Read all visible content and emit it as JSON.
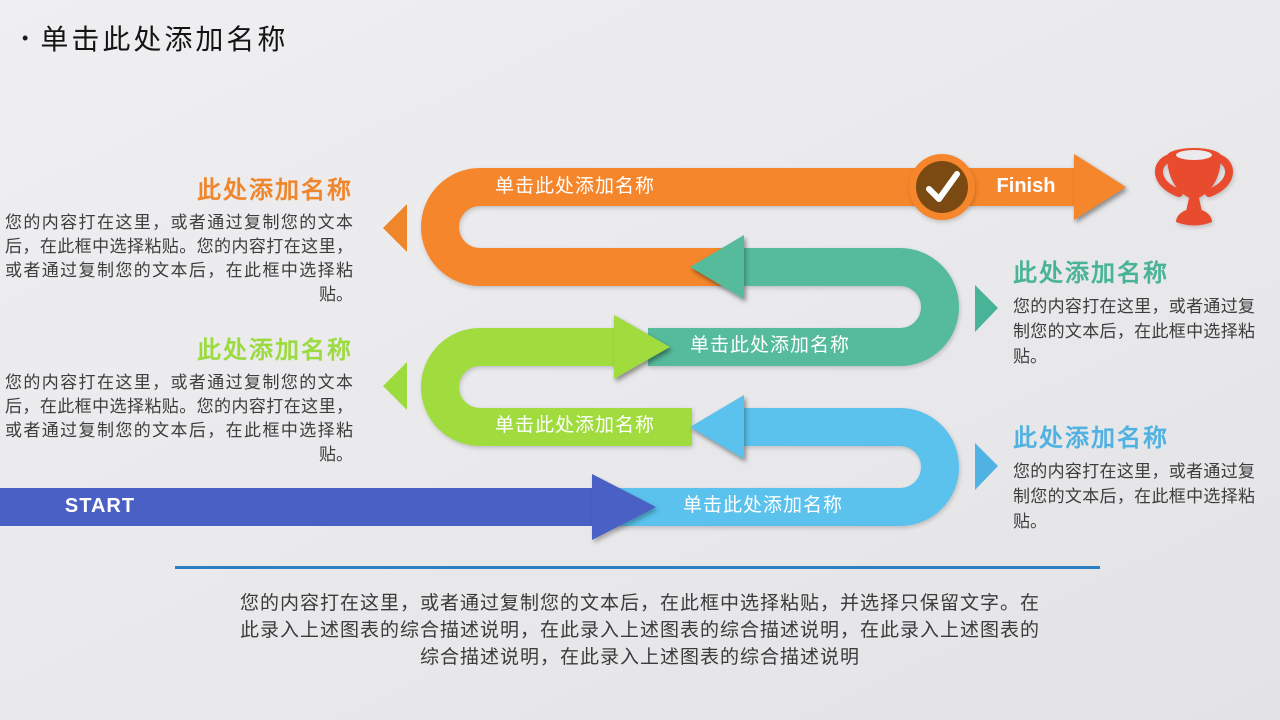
{
  "title": {
    "bullet": "•",
    "text": "单击此处添加名称"
  },
  "flow": {
    "start_label": "START",
    "finish_label": "Finish",
    "steps": [
      {
        "label": "单击此处添加名称",
        "color": "#5ac2ed",
        "row": "bottom"
      },
      {
        "label": "单击此处添加名称",
        "color": "#a0dc3d",
        "row": "second"
      },
      {
        "label": "单击此处添加名称",
        "color": "#55bb9b",
        "row": "third"
      },
      {
        "label": "单击此处添加名称",
        "color": "#f6862b",
        "row": "top"
      }
    ],
    "icons": [
      {
        "name": "checkmark-icon",
        "meaning": "step completed badge"
      },
      {
        "name": "trophy-icon",
        "meaning": "finish goal"
      }
    ]
  },
  "callouts": {
    "left": [
      {
        "heading": "此处添加名称",
        "body": "您的内容打在这里，或者通过复制您的文本后，在此框中选择粘贴。您的内容打在这里，或者通过复制您的文本后，在此框中选择粘贴。",
        "accent": "#f0862c"
      },
      {
        "heading": "此处添加名称",
        "body": "您的内容打在这里，或者通过复制您的文本后，在此框中选择粘贴。您的内容打在这里，或者通过复制您的文本后，在此框中选择粘贴。",
        "accent": "#9bdb3e"
      }
    ],
    "right": [
      {
        "heading": "此处添加名称",
        "body": "您的内容打在这里，或者通过复制您的文本后，在此框中选择粘贴。",
        "accent": "#48b397"
      },
      {
        "heading": "此处添加名称",
        "body": "您的内容打在这里，或者通过复制您的文本后，在此框中选择粘贴。",
        "accent": "#4fb2e3"
      }
    ]
  },
  "footer": {
    "lines": [
      "您的内容打在这里，或者通过复制您的文本后，在此框中选择粘贴，并选择只保留文字。在",
      "此录入上述图表的综合描述说明，在此录入上述图表的综合描述说明，在此录入上述图表的",
      "综合描述说明，在此录入上述图表的综合描述说明"
    ]
  },
  "colors": {
    "orange": "#f6862b",
    "green": "#a0dc3d",
    "teal": "#55bb9b",
    "light_blue": "#5ac2ed",
    "dark_blue": "#4a60c5",
    "badge_brown": "#7b4a12",
    "trophy_red": "#e84b2d",
    "rule_blue": "#2e7fc2",
    "background": "#e9e9eb"
  }
}
